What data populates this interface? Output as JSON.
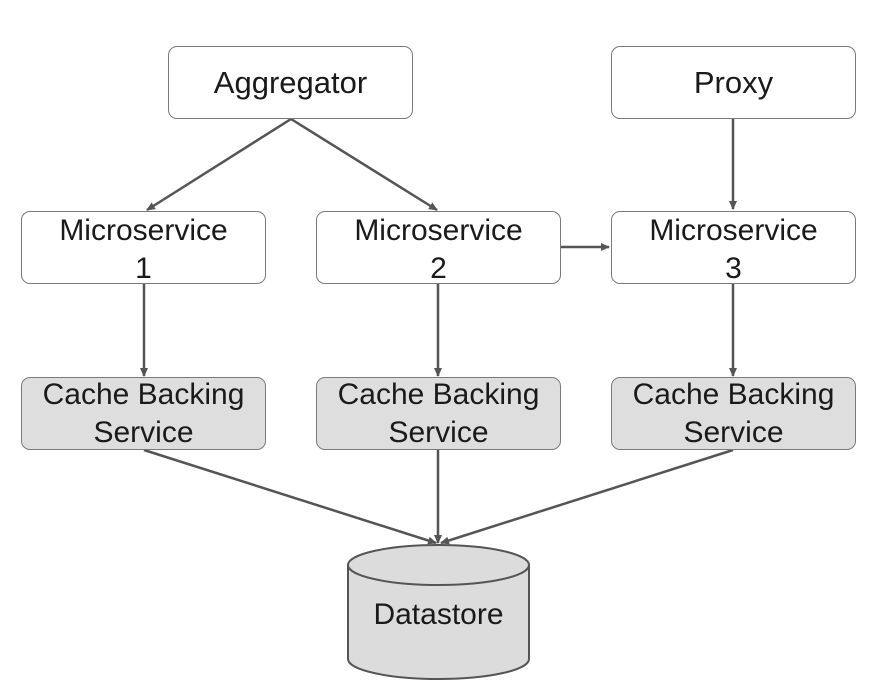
{
  "nodes": {
    "aggregator": "Aggregator",
    "proxy": "Proxy",
    "microservice_1": {
      "line1": "Microservice",
      "line2": "1"
    },
    "microservice_2": {
      "line1": "Microservice",
      "line2": "2"
    },
    "microservice_3": {
      "line1": "Microservice",
      "line2": "3"
    },
    "cache_1": {
      "line1": "Cache Backing",
      "line2": "Service"
    },
    "cache_2": {
      "line1": "Cache Backing",
      "line2": "Service"
    },
    "cache_3": {
      "line1": "Cache Backing",
      "line2": "Service"
    },
    "datastore": "Datastore"
  },
  "edges": [
    [
      "aggregator",
      "microservice_1"
    ],
    [
      "aggregator",
      "microservice_2"
    ],
    [
      "proxy",
      "microservice_3"
    ],
    [
      "microservice_2",
      "microservice_3"
    ],
    [
      "microservice_1",
      "cache_1"
    ],
    [
      "microservice_2",
      "cache_2"
    ],
    [
      "microservice_3",
      "cache_3"
    ],
    [
      "cache_1",
      "datastore"
    ],
    [
      "cache_2",
      "datastore"
    ],
    [
      "cache_3",
      "datastore"
    ]
  ],
  "colors": {
    "edge": "#555555",
    "node_border": "#7a7a7a",
    "process_fill": "#ffffff",
    "cache_fill": "#dedede",
    "datastore_fill": "#dcdcdc"
  }
}
